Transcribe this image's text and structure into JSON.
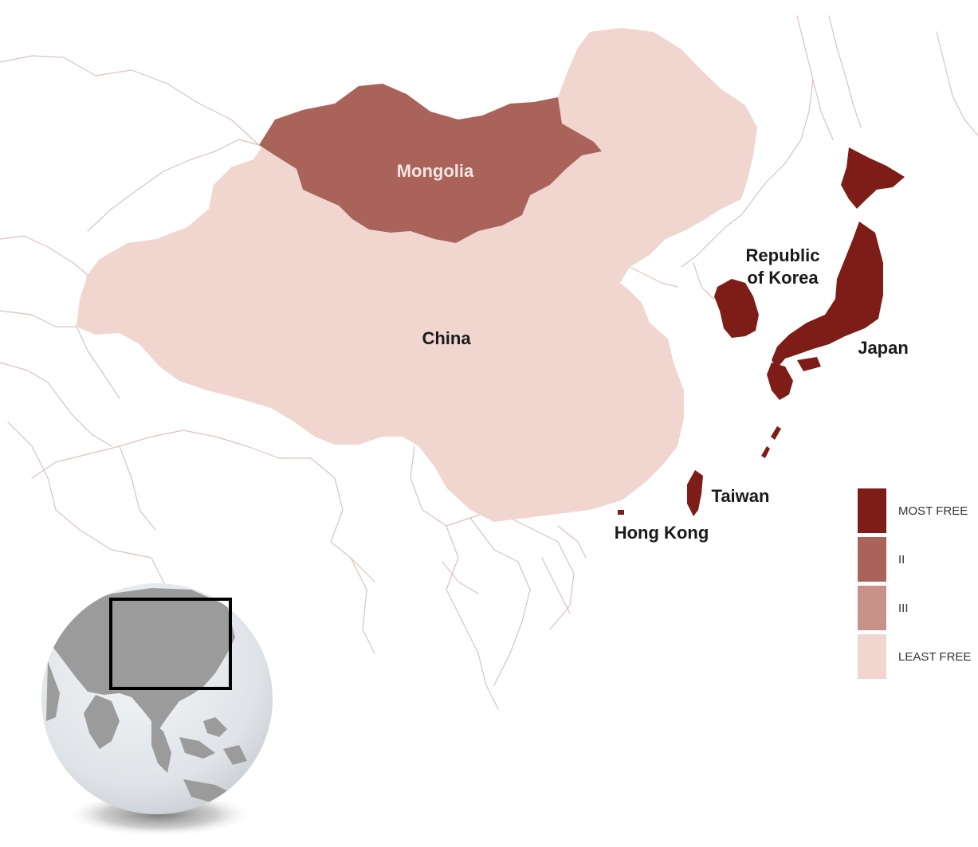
{
  "regions": {
    "mongolia": {
      "label": "Mongolia",
      "category": "II"
    },
    "china": {
      "label": "China",
      "category": "LEAST FREE"
    },
    "korea": {
      "label_line1": "Republic",
      "label_line2": "of Korea",
      "category": "MOST FREE"
    },
    "japan": {
      "label": "Japan",
      "category": "MOST FREE"
    },
    "taiwan": {
      "label": "Taiwan",
      "category": "MOST FREE"
    },
    "hongkong": {
      "label": "Hong Kong",
      "category": "MOST FREE"
    }
  },
  "legend": {
    "items": [
      {
        "label": "MOST FREE",
        "color": "#7e1d17"
      },
      {
        "label": "II",
        "color": "#a9635a"
      },
      {
        "label": "III",
        "color": "#c99289"
      },
      {
        "label": "LEAST FREE",
        "color": "#f0d6cf"
      }
    ]
  },
  "colors": {
    "most_free": "#7e1d17",
    "tier_ii": "#a9635a",
    "tier_iii": "#c99289",
    "least_free": "#f0d6cf",
    "borders": "#d9c3be",
    "globe_land": "#9b9b9b",
    "globe_ocean": "#e2e6ea",
    "inset_frame": "#000000"
  },
  "inset": {
    "icon": "globe-locator-icon"
  }
}
